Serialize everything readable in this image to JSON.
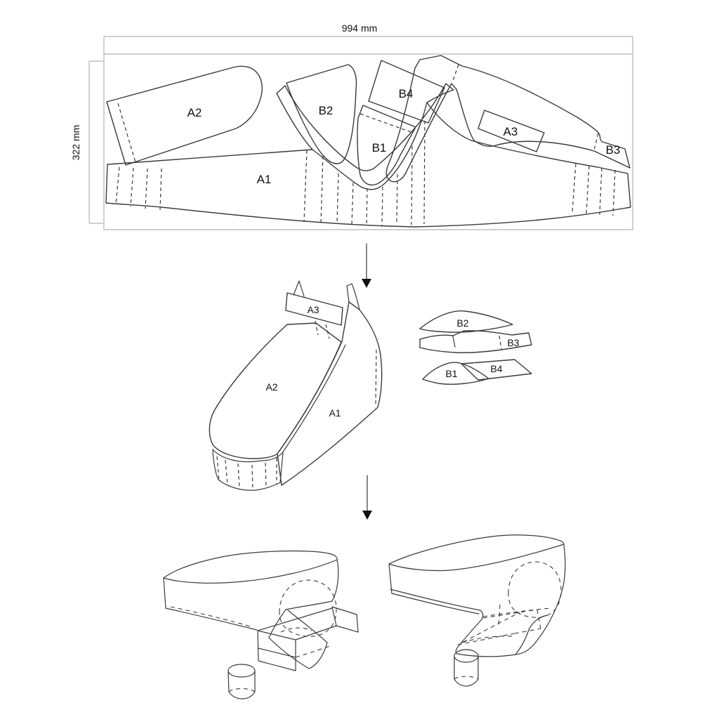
{
  "pattern_sheet": {
    "width_dimension": "994 mm",
    "height_dimension": "322 mm",
    "pieces": {
      "a1": "A1",
      "a2": "A2",
      "a3": "A3",
      "b1": "B1",
      "b2": "B2",
      "b3": "B3",
      "b4": "B4"
    }
  },
  "assembly": {
    "pieces": {
      "a1": "A1",
      "a2": "A2",
      "a3": "A3",
      "b1": "B1",
      "b2": "B2",
      "b3": "B3",
      "b4": "B4"
    }
  },
  "style": {
    "line_color": "#3a3a3a",
    "frame_color": "#b5b5b5",
    "background": "#ffffff"
  }
}
